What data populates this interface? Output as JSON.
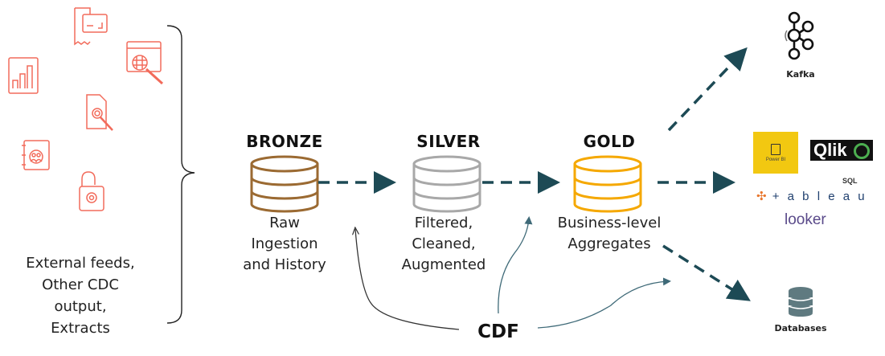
{
  "sources": {
    "label": "External feeds, Other CDC output, Extracts",
    "label_lines": [
      "External feeds,",
      "Other CDC",
      "output,",
      "Extracts"
    ],
    "icons": [
      "receipt-card-icon",
      "web-search-icon",
      "bar-chart-icon",
      "document-search-icon",
      "contacts-book-icon",
      "unlocked-padlock-icon"
    ],
    "icon_color": "#f26b5b"
  },
  "tiers": [
    {
      "title": "BRONZE",
      "desc_lines": [
        "Raw",
        "Ingestion",
        "and History"
      ],
      "color": "#9b6a32"
    },
    {
      "title": "SILVER",
      "desc_lines": [
        "Filtered,",
        "Cleaned,",
        "Augmented"
      ],
      "color": "#a8a8a8"
    },
    {
      "title": "GOLD",
      "desc_lines": [
        "Business-level",
        "Aggregates"
      ],
      "color": "#f5a800"
    }
  ],
  "cdf": {
    "label": "CDF"
  },
  "outputs": {
    "kafka": {
      "label": "Kafka"
    },
    "bi": {
      "powerbi": "Power BI",
      "qlik": "Qlik",
      "sql": "SQL",
      "tableau": "+ a b l e a u",
      "looker": "looker"
    },
    "databases": {
      "label": "Databases"
    }
  },
  "colors": {
    "arrow": "#1d4a55",
    "cdf_arrow_left": "#333333",
    "cdf_arrow": "#3f6a78"
  }
}
